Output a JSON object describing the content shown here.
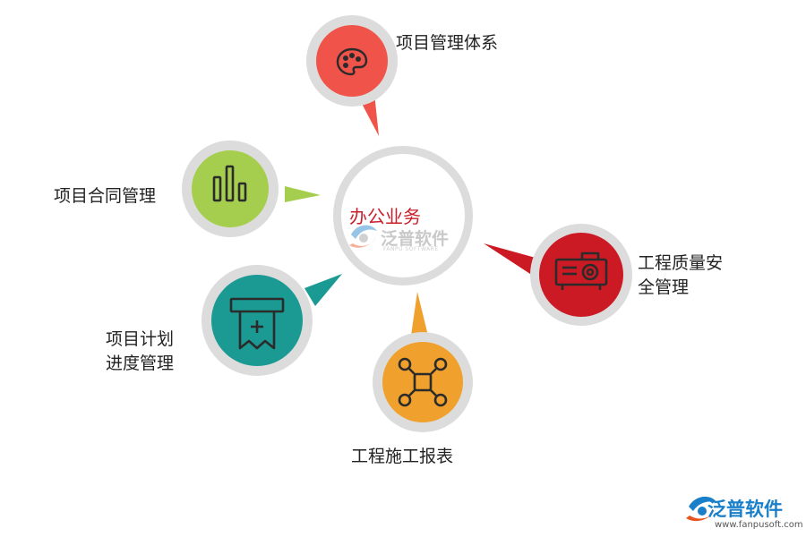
{
  "center": {
    "title": "办公业务"
  },
  "nodes": [
    {
      "label_lines": [
        "项目管理体系"
      ],
      "color": "#ef5349",
      "icon": "palette-icon"
    },
    {
      "label_lines": [
        "项目合同管理"
      ],
      "color": "#a5ce4e",
      "icon": "bar-chart-icon"
    },
    {
      "label_lines": [
        "工程质量安",
        "全管理"
      ],
      "color": "#cc1a24",
      "icon": "projector-icon"
    },
    {
      "label_lines": [
        "项目计划",
        "进度管理"
      ],
      "color": "#1a9a93",
      "icon": "receipt-icon"
    },
    {
      "label_lines": [
        "工程施工报表"
      ],
      "color": "#f0a02c",
      "icon": "drone-icon"
    }
  ],
  "ring_color": "#dcdcdc",
  "watermark": {
    "name": "泛普软件",
    "sub": "FANPU SOFTWARE"
  },
  "brand": {
    "name": "泛普软件",
    "url": "www.fanpusoft.com",
    "color": "#1a7fc9"
  }
}
